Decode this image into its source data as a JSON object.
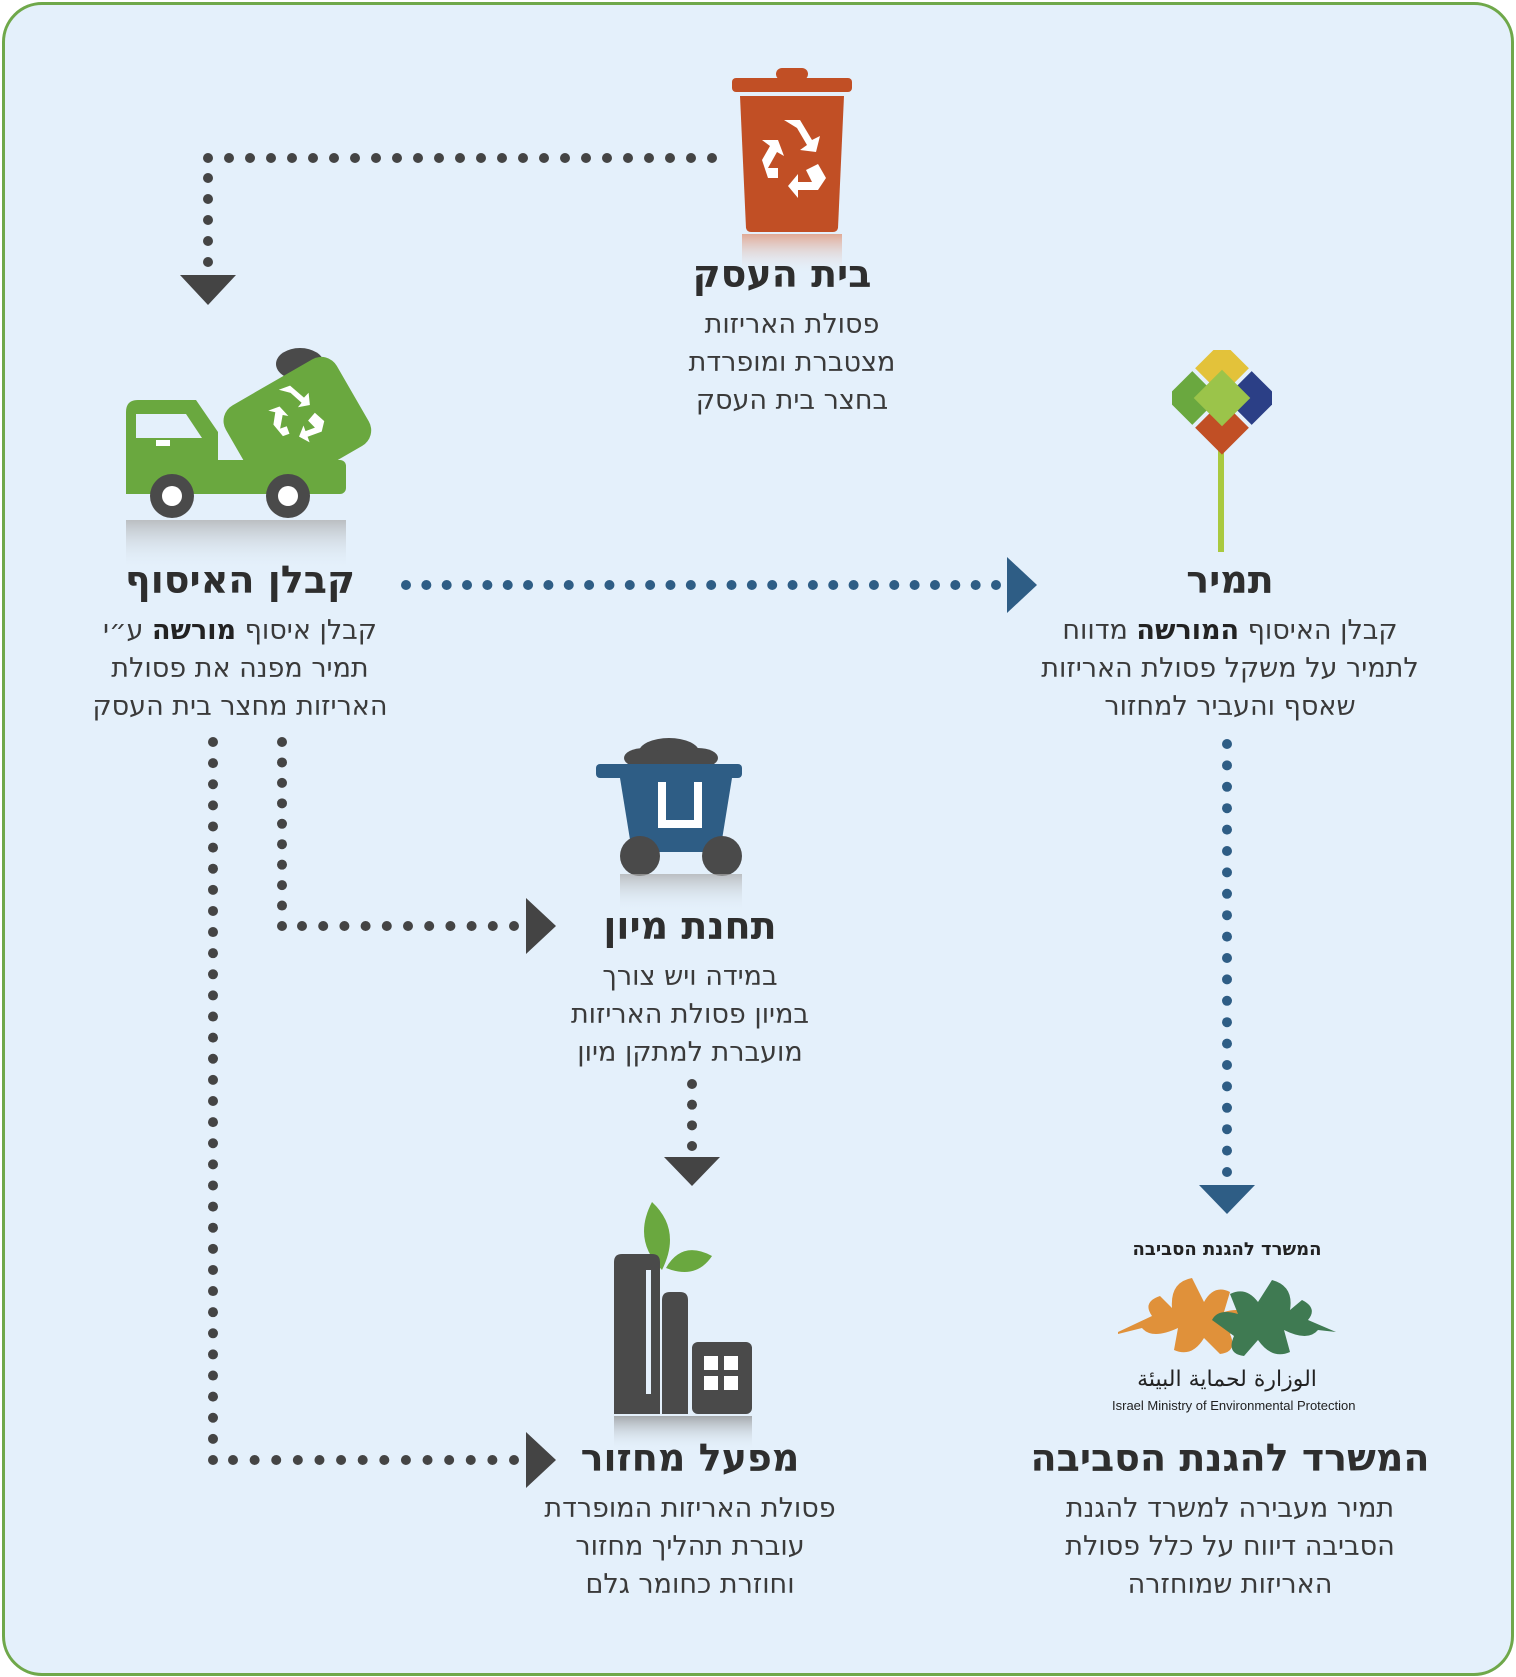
{
  "colors": {
    "background": "#e4f0fb",
    "border": "#6fa84a",
    "dark_arrow": "#444444",
    "blue_arrow": "#2e5d85",
    "bin": "#c14f25",
    "truck": "#6aa83f",
    "cart": "#2e5d85",
    "factory": "#4a4a4a",
    "leaf": "#6aa83f"
  },
  "nodes": {
    "business": {
      "title": "בית העסק",
      "lines": [
        "פסולת האריזות",
        "מצטברת ומופרדת",
        "בחצר בית העסק"
      ],
      "icon": "recycle-bin-icon"
    },
    "contractor": {
      "title": "קבלן האיסוף",
      "line1_pre": "קבלן איסוף ",
      "line1_bold": "מורשה",
      "line1_post": " ע״י",
      "line2": "תמיר מפנה את פסולת",
      "line3": "האריזות מחצר בית העסק",
      "icon": "garbage-truck-icon"
    },
    "tamir": {
      "title": "תמיר",
      "line1_pre": "קבלן האיסוף ",
      "line1_bold": "המורשה",
      "line1_post": " מדווח",
      "line2": "לתמיר על משקל פסולת האריזות",
      "line3": "שאסף והעביר למחזור",
      "icon": "tamir-logo-icon"
    },
    "sorting": {
      "title": "תחנת מיון",
      "lines": [
        "במידה ויש צורך",
        "במיון פסולת האריזות",
        "מועברת למתקן מיון"
      ],
      "icon": "mining-cart-icon"
    },
    "factory": {
      "title": "מפעל מחזור",
      "lines": [
        "פסולת האריזות המופרדת",
        "עוברת תהליך מחזור",
        "וחוזרת כחומר גלם"
      ],
      "icon": "recycling-factory-icon"
    },
    "ministry": {
      "title": "המשרד להגנת הסביבה",
      "lines": [
        "תמיר מעבירה למשרד להגנת",
        "הסביבה דיווח על כלל פסולת",
        "האריזות שמוחזרה"
      ],
      "logo_top": "המשרד להגנת הסביבה",
      "logo_arabic": "الوزارة لحماية البيئة",
      "logo_english": "Israel Ministry of Environmental Protection",
      "icon": "ministry-leaves-logo-icon"
    }
  }
}
